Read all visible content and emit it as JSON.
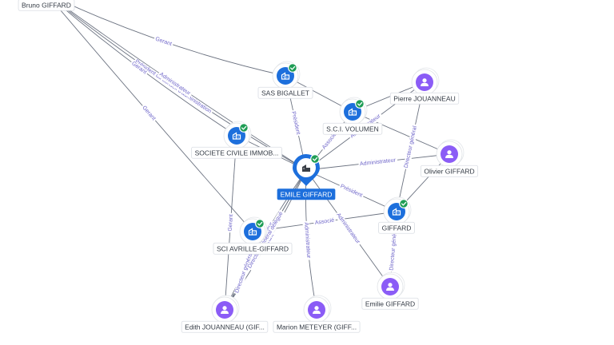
{
  "colors": {
    "company": "#1d6fdc",
    "person": "#8b5cf6",
    "verified": "#1f9d55",
    "edge": "#6b7280",
    "edge_label": "#6f66c9"
  },
  "icons": {
    "company": "building-icon",
    "person": "person-icon",
    "verified": "check-badge-icon"
  },
  "nodes": [
    {
      "id": "bruno",
      "label": "Bruno GIFFARD",
      "kind": "person",
      "partial": true
    },
    {
      "id": "sas_bigallet",
      "label": "SAS BIGALLET",
      "kind": "company",
      "verified": true
    },
    {
      "id": "sci_volumen",
      "label": "S.C.I. VOLUMEN",
      "kind": "company",
      "verified": true
    },
    {
      "id": "pierre",
      "label": "Pierre JOUANNEAU",
      "kind": "person"
    },
    {
      "id": "sci_immob",
      "label": "SOCIETE CIVILE IMMOB...",
      "kind": "company",
      "verified": true
    },
    {
      "id": "emile",
      "label": "EMILE GIFFARD",
      "kind": "company",
      "verified": true,
      "center": true
    },
    {
      "id": "olivier",
      "label": "Olivier GIFFARD",
      "kind": "person"
    },
    {
      "id": "giffard",
      "label": "GIFFARD",
      "kind": "company",
      "verified": true
    },
    {
      "id": "sci_avrille",
      "label": "SCI AVRILLE-GIFFARD",
      "kind": "company",
      "verified": true
    },
    {
      "id": "emilie",
      "label": "Emilie GIFFARD",
      "kind": "person"
    },
    {
      "id": "edith",
      "label": "Edith JOUANNEAU (GIF...",
      "kind": "person"
    },
    {
      "id": "marion",
      "label": "Marion METEYER (GIFF...",
      "kind": "person"
    }
  ],
  "edges": [
    {
      "from": "bruno",
      "to": "sas_bigallet",
      "label": "Gerant"
    },
    {
      "from": "bruno",
      "to": "emile",
      "label": "Président du conseil d'administration"
    },
    {
      "from": "bruno",
      "to": "sci_immob",
      "label": "Gerant"
    },
    {
      "from": "bruno",
      "to": "emile",
      "label": "Administrateur"
    },
    {
      "from": "bruno",
      "to": "sci_avrille",
      "label": "Gerant"
    },
    {
      "from": "sas_bigallet",
      "to": "sci_volumen",
      "label": ""
    },
    {
      "from": "sas_bigallet",
      "to": "emile",
      "label": "Président"
    },
    {
      "from": "sci_volumen",
      "to": "emile",
      "label": "Associé"
    },
    {
      "from": "pierre",
      "to": "sci_volumen",
      "label": ""
    },
    {
      "from": "pierre",
      "to": "emile",
      "label": "Administrateur"
    },
    {
      "from": "pierre",
      "to": "giffard",
      "label": "Directeur général"
    },
    {
      "from": "sci_immob",
      "to": "emile",
      "label": ""
    },
    {
      "from": "olivier",
      "to": "emile",
      "label": "Administrateur"
    },
    {
      "from": "olivier",
      "to": "sci_volumen",
      "label": ""
    },
    {
      "from": "olivier",
      "to": "giffard",
      "label": ""
    },
    {
      "from": "emile",
      "to": "giffard",
      "label": "Président"
    },
    {
      "from": "sci_avrille",
      "to": "giffard",
      "label": "Associé"
    },
    {
      "from": "emilie",
      "to": "emile",
      "label": "Administrateur"
    },
    {
      "from": "emilie",
      "to": "giffard",
      "label": "Directeur général"
    },
    {
      "from": "edith",
      "to": "emile",
      "label": "Associé"
    },
    {
      "from": "edith",
      "to": "emile",
      "label": "Gerant"
    },
    {
      "from": "edith",
      "to": "emile",
      "label": "Administrateur"
    },
    {
      "from": "edith",
      "to": "sci_avrille",
      "label": "Directeur général"
    },
    {
      "from": "edith",
      "to": "sci_immob",
      "label": "Gerant"
    },
    {
      "from": "edith",
      "to": "emile",
      "label": "Directeur général délégué"
    },
    {
      "from": "marion",
      "to": "emile",
      "label": "Administrateur"
    }
  ]
}
